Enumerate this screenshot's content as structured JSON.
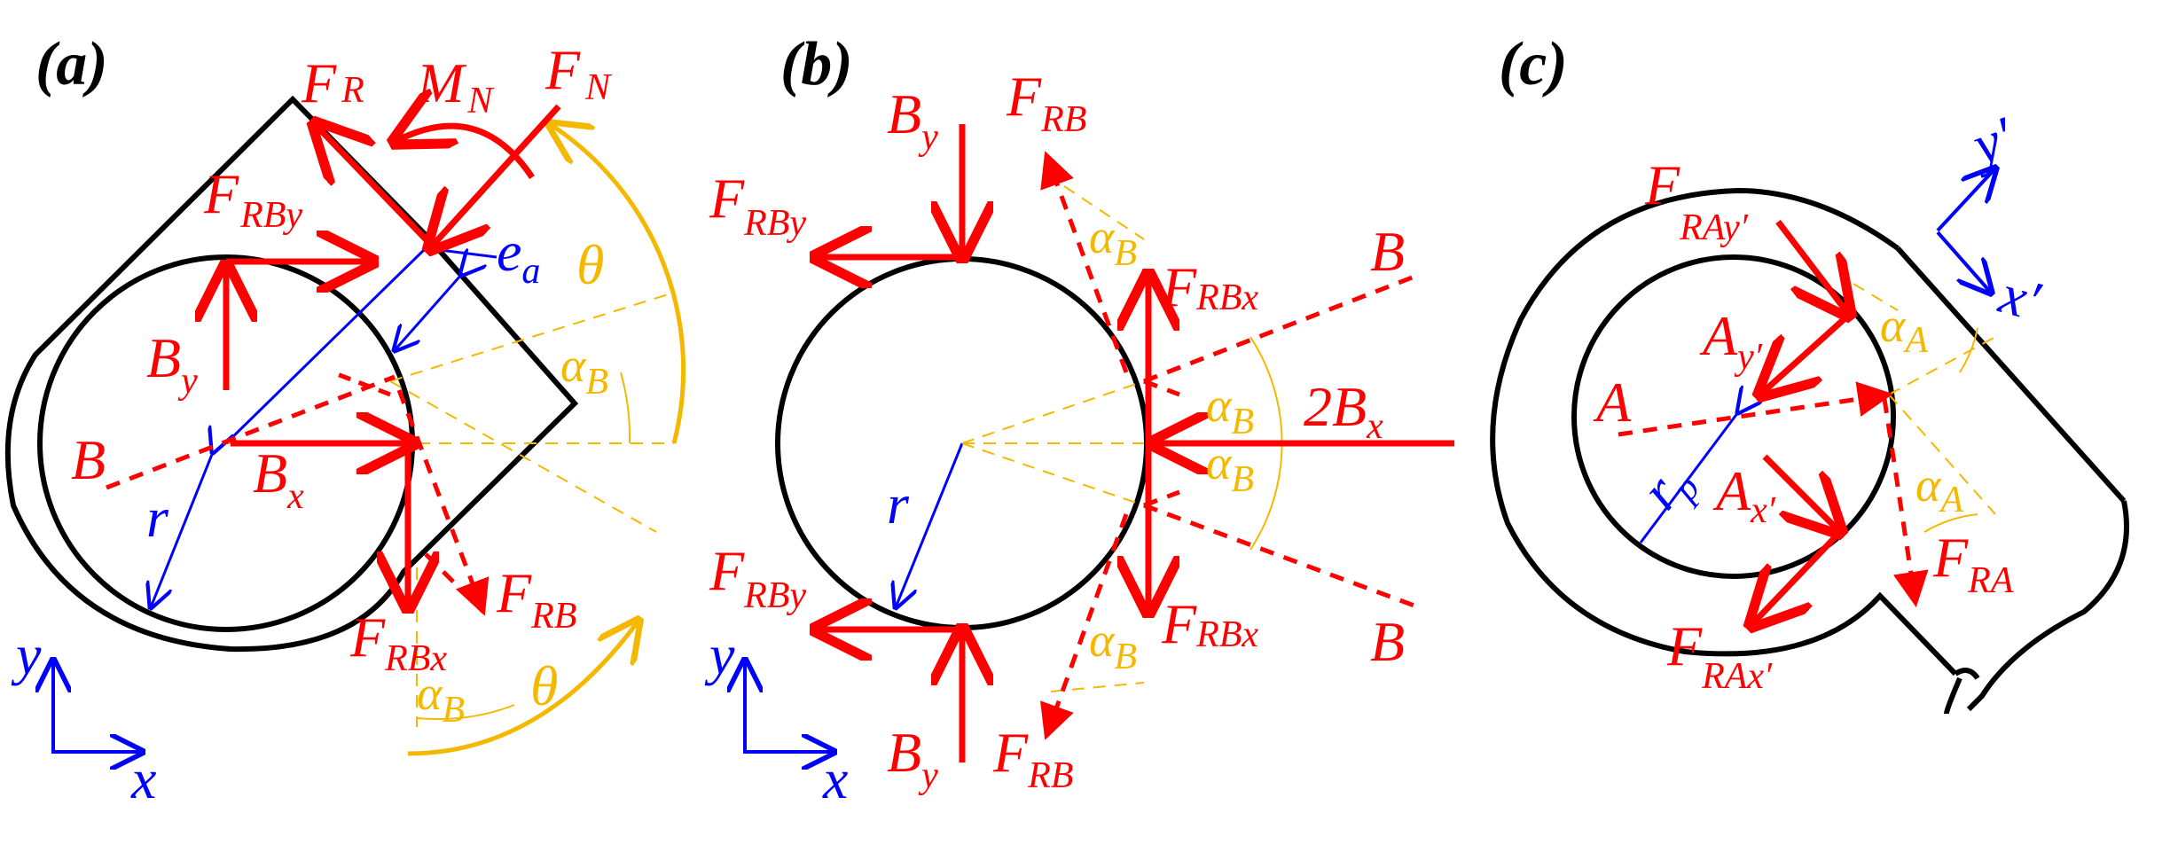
{
  "panels": {
    "a": {
      "label": "(a)",
      "F": "F",
      "R": "R",
      "M": "M",
      "N": "N",
      "FRBy_main": "F",
      "FRBy_sub": "RBy",
      "By_main": "B",
      "By_sub": "y",
      "B": "B",
      "Bx_main": "B",
      "Bx_sub": "x",
      "r": "r",
      "ea_main": "e",
      "ea_sub": "a",
      "theta": "θ",
      "alphaB_main": "α",
      "alphaB_sub": "B",
      "FRBx_main": "F",
      "FRBx_sub": "RBx",
      "FRB_main": "F",
      "FRB_sub": "RB",
      "axis_x": "x",
      "axis_y": "y"
    },
    "b": {
      "label": "(b)",
      "By_main": "B",
      "By_sub": "y",
      "FRB_main": "F",
      "FRB_sub": "RB",
      "FRBy_main": "F",
      "FRBy_sub": "RBy",
      "FRBx_main": "F",
      "FRBx_sub": "RBx",
      "B": "B",
      "alphaB_main": "α",
      "alphaB_sub": "B",
      "twoBx_main": "2B",
      "twoBx_sub": "x",
      "r": "r",
      "axis_x": "x",
      "axis_y": "y"
    },
    "c": {
      "label": "(c)",
      "FRAy_main": "F",
      "FRAy_sub": "RAy′",
      "Ay_main": "A",
      "Ay_sub": "y′",
      "A": "A",
      "rp_main": "r",
      "rp_sub": "p",
      "Ax_main": "A",
      "Ax_sub": "x′",
      "alphaA_main": "α",
      "alphaA_sub": "A",
      "FRA_main": "F",
      "FRA_sub": "RA",
      "FRAx_main": "F",
      "FRAx_sub": "RAx′",
      "axis_x": "x′",
      "axis_y": "y′"
    }
  },
  "colors": {
    "force": "#ff0000",
    "geometry": "#0000ff",
    "angle": "#f5b800",
    "outline": "#000000"
  }
}
